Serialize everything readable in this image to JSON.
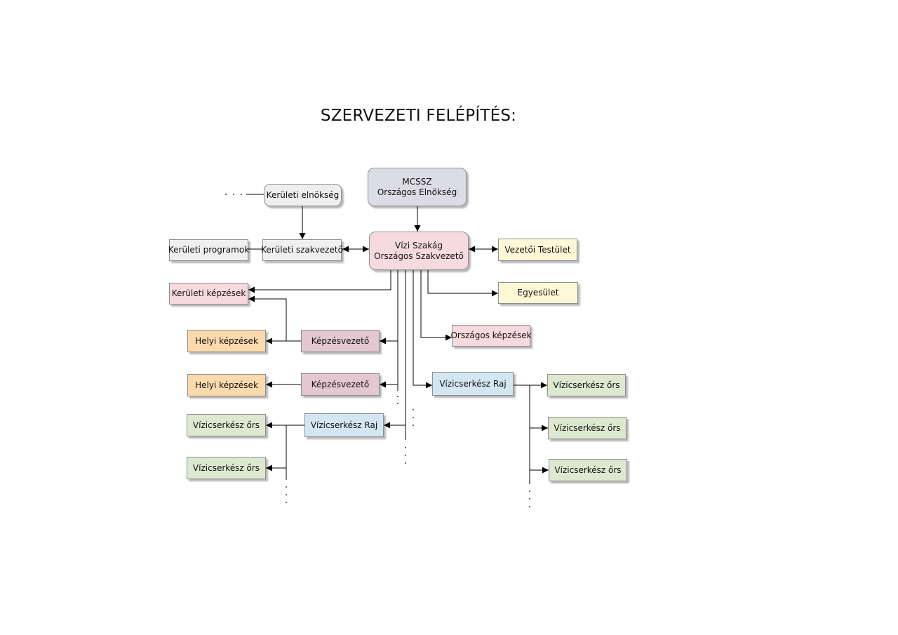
{
  "title": "SZERVEZETI FELÉPÍTÉS:",
  "nodes": {
    "mcssz": {
      "line1": "MCSSZ",
      "line2": "Országos Elnökség"
    },
    "vizi_szakag": {
      "line1": "Vízi Szakág",
      "line2": "Országos Szakvezető"
    },
    "keruleti_elnokseg": "Kerületi elnökség",
    "keruleti_szakvezeto": "Kerületi szakvezető",
    "keruleti_programok": "Kerületi programok",
    "vezetoi_testulet": "Vezetői Testület",
    "egyesulet": "Egyesület",
    "keruleti_kepzesek": "Kerületi képzések",
    "orszagos_kepzesek": "Országos képzések",
    "kepzesvezeto_1": "Képzésvezető",
    "kepzesvezeto_2": "Képzésvezető",
    "helyi_kepzesek_1": "Helyi képzések",
    "helyi_kepzesek_2": "Helyi képzések",
    "raj_left": "Vízicserkész Raj",
    "raj_right": "Vízicserkész Raj",
    "ors_left_1": "Vízicserkész őrs",
    "ors_left_2": "Vízicserkész őrs",
    "ors_right_1": "Vízicserkész őrs",
    "ors_right_2": "Vízicserkész őrs",
    "ors_right_3": "Vízicserkész őrs"
  },
  "colors": {
    "gray": "#efefef",
    "purple": "#dcdce6",
    "pink": "#f6dadd",
    "yellow": "#fff8d6",
    "orange": "#fdd9ae",
    "mauve": "#e3c8d2",
    "blue": "#d3e6f3",
    "green": "#dde8d0",
    "line": "#000000"
  }
}
